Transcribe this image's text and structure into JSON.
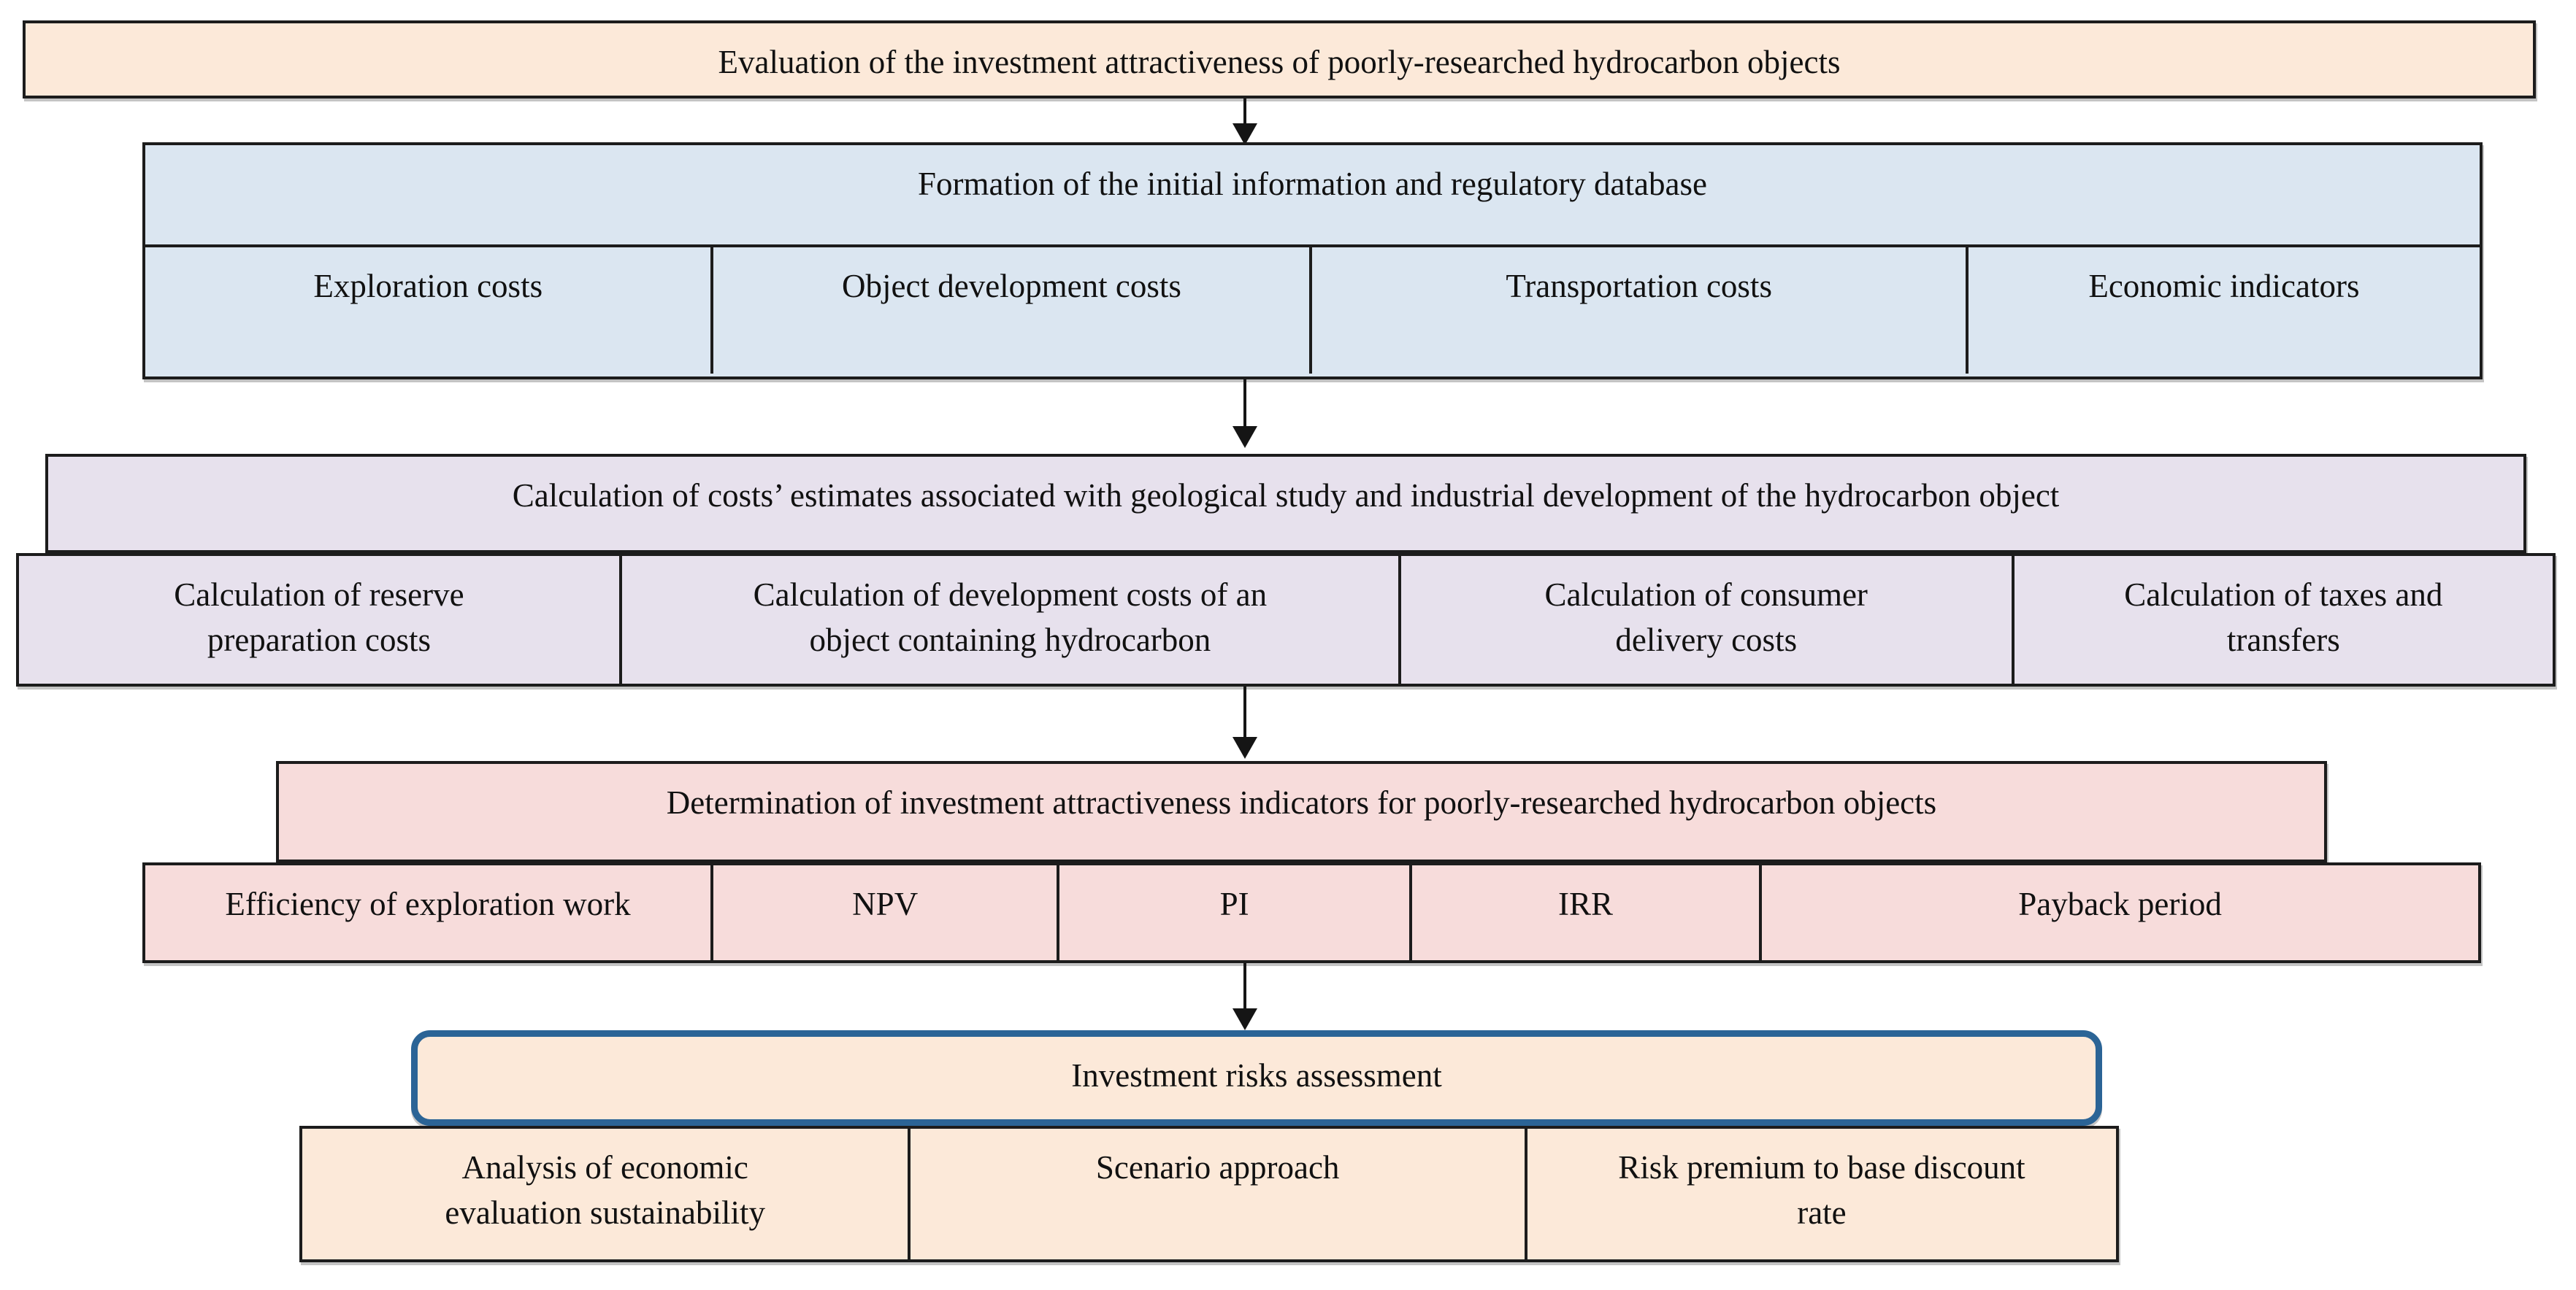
{
  "banner": {
    "label": "Evaluation of the investment attractiveness of poorly-researched hydrocarbon objects"
  },
  "sections": [
    {
      "header": "Formation of the initial information and regulatory database",
      "cells": [
        {
          "label": "Exploration costs"
        },
        {
          "label": "Object development costs"
        },
        {
          "label": "Transportation costs"
        },
        {
          "label": "Economic indicators"
        }
      ]
    },
    {
      "header": "Calculation of costs’ estimates associated with geological study and industrial development of the hydrocarbon object",
      "cells": [
        {
          "label": "Calculation of reserve\npreparation costs"
        },
        {
          "label": "Calculation of development costs of an\nobject containing hydrocarbon"
        },
        {
          "label": "Calculation of consumer\ndelivery costs"
        },
        {
          "label": "Calculation of taxes and\ntransfers"
        }
      ]
    },
    {
      "header": "Determination of investment attractiveness indicators for poorly-researched hydrocarbon objects",
      "cells": [
        {
          "label": "Efficiency of exploration work"
        },
        {
          "label": "NPV"
        },
        {
          "label": "PI"
        },
        {
          "label": "IRR"
        },
        {
          "label": "Payback period"
        }
      ]
    },
    {
      "header": "Investment risks assessment",
      "cells": [
        {
          "label": "Analysis of economic\nevaluation sustainability"
        },
        {
          "label": "Scenario approach"
        },
        {
          "label": "Risk premium to base discount\nrate"
        }
      ]
    }
  ],
  "colors": {
    "peach": "#fce9d9",
    "blue": "#dbe6f1",
    "lavender": "#e7e1ed",
    "pink": "#f7dcdb",
    "ink": "#1c1c1c",
    "blueborder": "#2b6496",
    "paper": "#ffffff"
  }
}
